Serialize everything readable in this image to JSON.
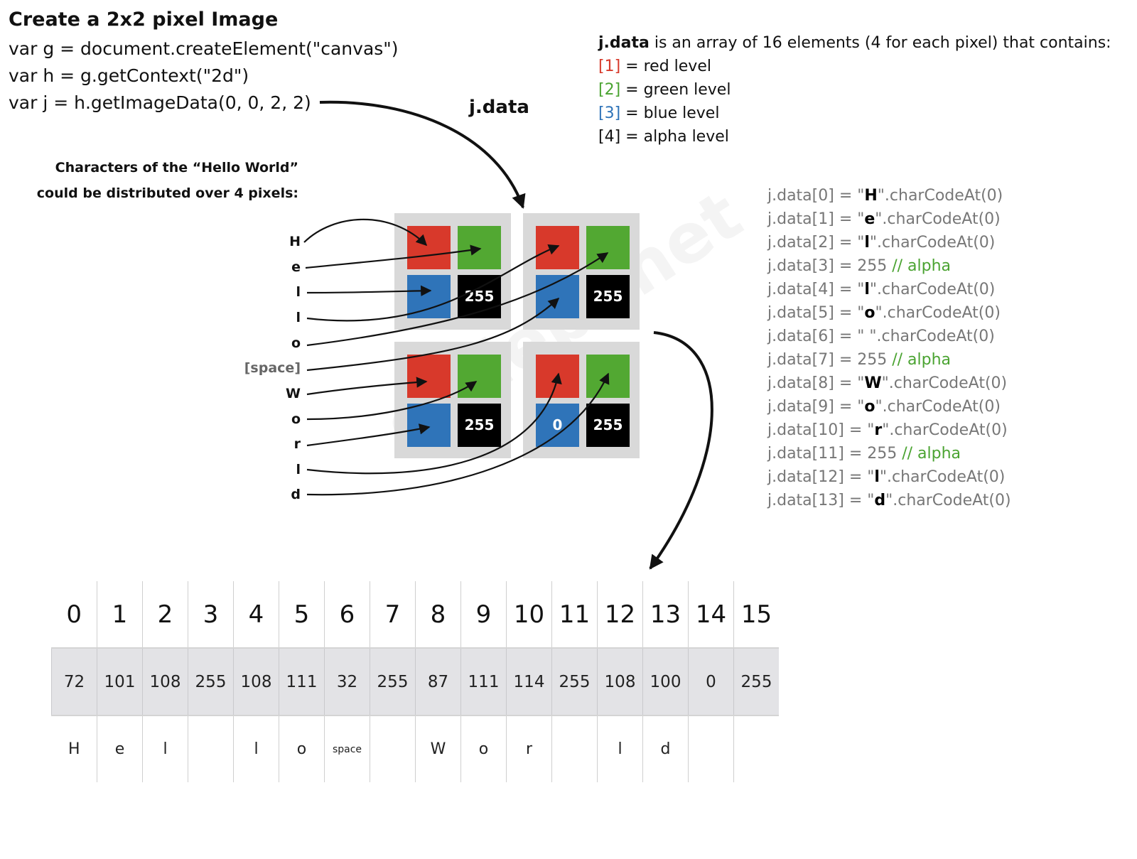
{
  "title": "Create a 2x2 pixel Image",
  "code_lines": [
    "var g = document.createElement(\"canvas\")",
    "var h = g.getContext(\"2d\")",
    "var j = h.getImageData(0, 0, 2, 2)"
  ],
  "jdata_label": "j.data",
  "description": {
    "bold": "j.data",
    "rest": " is an array of 16 elements (4 for each pixel) that contains:"
  },
  "legend": [
    {
      "index": "[1]",
      "text": " = red level",
      "color": "#d73a2b"
    },
    {
      "index": "[2]",
      "text": " = green level",
      "color": "#4aa331"
    },
    {
      "index": "[3]",
      "text": " = blue level",
      "color": "#2e73b8"
    },
    {
      "index": "[4]",
      "text": " = alpha level",
      "color": "#111111"
    }
  ],
  "chars_caption": [
    "Characters of the “Hello World”",
    "could be distributed over 4 pixels:"
  ],
  "letters": [
    "H",
    "e",
    "l",
    "l",
    "o",
    "[space]",
    "W",
    "o",
    "r",
    "l",
    "d"
  ],
  "pixel_values": {
    "alpha": "255",
    "zero": "0"
  },
  "assignments": [
    {
      "pre": "j.data[0] = \"",
      "ch": "H",
      "post": "\".charCodeAt(0)"
    },
    {
      "pre": "j.data[1] = \"",
      "ch": "e",
      "post": "\".charCodeAt(0)"
    },
    {
      "pre": "j.data[2] = \"",
      "ch": "l",
      "post": "\".charCodeAt(0)"
    },
    {
      "pre": "j.data[3] = 255 ",
      "ch": "",
      "post": "",
      "comment": "// alpha"
    },
    {
      "pre": "j.data[4] = \"",
      "ch": "l",
      "post": "\".charCodeAt(0)"
    },
    {
      "pre": "j.data[5] = \"",
      "ch": "o",
      "post": "\".charCodeAt(0)"
    },
    {
      "pre": "j.data[6] = \" \".charCodeAt(0)",
      "ch": "",
      "post": ""
    },
    {
      "pre": "j.data[7] = 255 ",
      "ch": "",
      "post": "",
      "comment": "// alpha"
    },
    {
      "pre": "j.data[8] = \"",
      "ch": "W",
      "post": "\".charCodeAt(0)"
    },
    {
      "pre": "j.data[9] = \"",
      "ch": "o",
      "post": "\".charCodeAt(0)"
    },
    {
      "pre": "j.data[10] = \"",
      "ch": "r",
      "post": "\".charCodeAt(0)"
    },
    {
      "pre": "j.data[11] = 255 ",
      "ch": "",
      "post": "",
      "comment": "// alpha"
    },
    {
      "pre": "j.data[12] = \"",
      "ch": "l",
      "post": "\".charCodeAt(0)"
    },
    {
      "pre": "j.data[13] = \"",
      "ch": "d",
      "post": "\".charCodeAt(0)"
    }
  ],
  "table": {
    "indices": [
      "0",
      "1",
      "2",
      "3",
      "4",
      "5",
      "6",
      "7",
      "8",
      "9",
      "10",
      "11",
      "12",
      "13",
      "14",
      "15"
    ],
    "values": [
      "72",
      "101",
      "108",
      "255",
      "108",
      "111",
      "32",
      "255",
      "87",
      "111",
      "114",
      "255",
      "108",
      "100",
      "0",
      "255"
    ],
    "chars": [
      "H",
      "e",
      "l",
      "",
      "l",
      "o",
      "space",
      "",
      "W",
      "o",
      "r",
      "",
      "l",
      "d",
      "",
      ""
    ]
  },
  "watermark": "codepr.net",
  "colors": {
    "red": "#d8392b",
    "green": "#52a832",
    "blue": "#2f74b9",
    "alpha": "#000000",
    "pixel_bg": "#d9d9d9"
  }
}
